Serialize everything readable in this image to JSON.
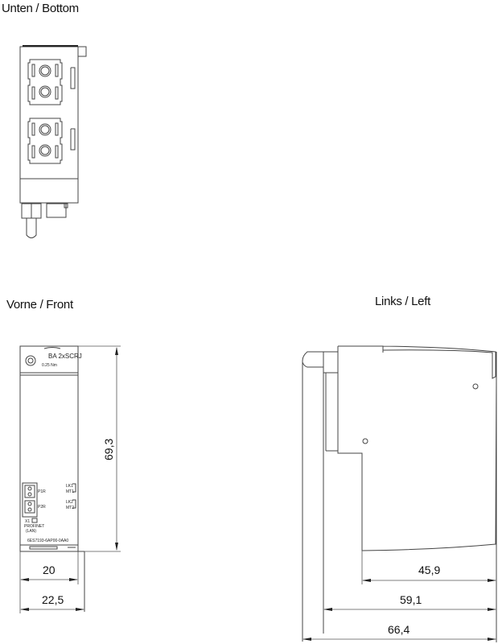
{
  "views": {
    "bottom": {
      "title": "Unten / Bottom"
    },
    "front": {
      "title": "Vorne / Front",
      "label_type": "BA 2xSCRJ",
      "label_torque": "0.25 Nm",
      "port1": "P1R",
      "port2": "P2R",
      "led1_a": "LK1",
      "led1_b": "MT1",
      "led2_a": "LK2",
      "led2_b": "MT2",
      "interface": "X1",
      "interface_type": "PROFINET",
      "interface_sub": "(LAN)",
      "part_number": "6ES7193-6AP00-0AA0"
    },
    "left": {
      "title": "Links / Left"
    }
  },
  "dimensions": {
    "front_height": "69,3",
    "front_width_inner": "20",
    "front_width_outer": "22,5",
    "left_depth_body": "45,9",
    "left_depth_mid": "59,1",
    "left_depth_total": "66,4"
  },
  "colors": {
    "line": "#444444",
    "text": "#111111",
    "background": "#ffffff"
  }
}
